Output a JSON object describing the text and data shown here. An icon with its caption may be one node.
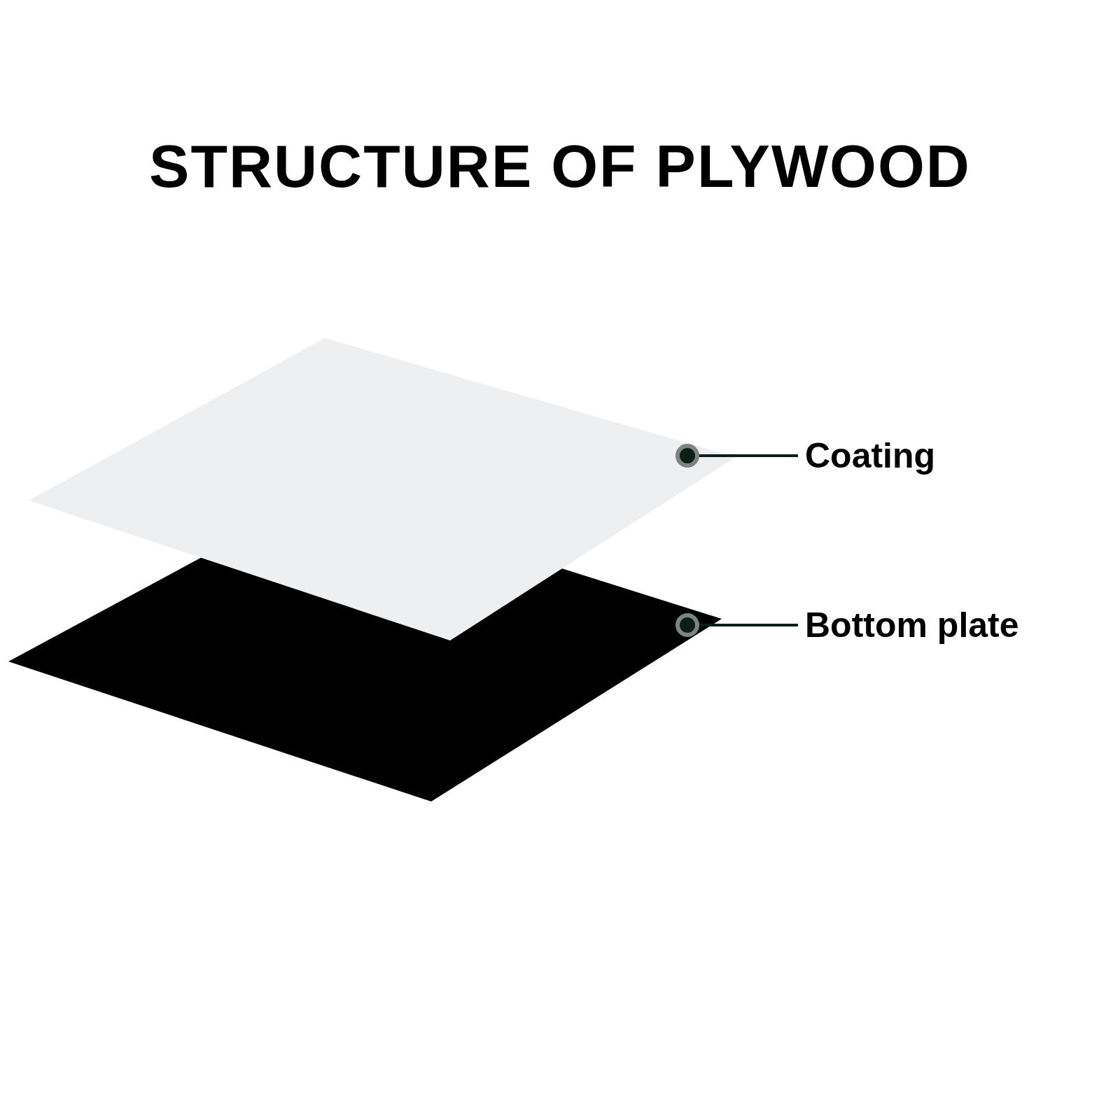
{
  "diagram": {
    "title": "STRUCTURE OF PLYWOOD",
    "nodes": [
      {
        "text": [],
        "shape": "picture"
      },
      {
        "text": [
          "Coating"
        ]
      },
      {
        "text": [],
        "shape": "picture"
      },
      {
        "text": [
          "Bottom plate"
        ]
      }
    ],
    "edges": [
      {
        "from": 1,
        "to": 0,
        "arrow": "other"
      },
      {
        "from": 3,
        "to": 2,
        "arrow": "other"
      }
    ]
  }
}
